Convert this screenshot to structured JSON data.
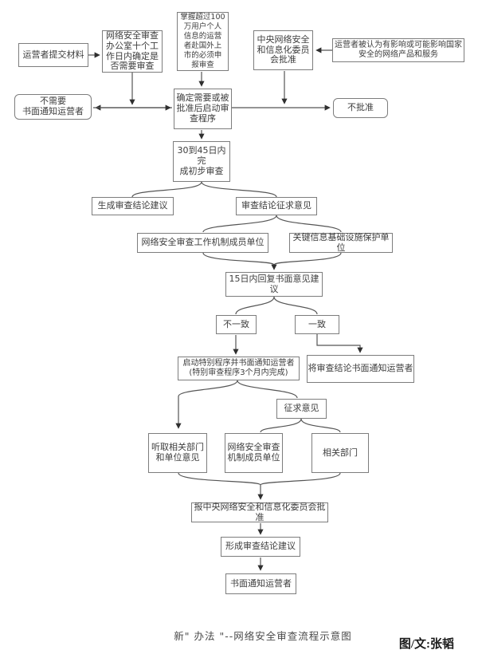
{
  "diagram": {
    "caption": "新\" 办法 \"--网络安全审查流程示意图",
    "credit": "图/文:张韬"
  },
  "colors": {
    "background": "#ffffff",
    "box_border": "#7d7d7d",
    "line": "#555555",
    "arrowhead": "#2f2f2f",
    "text": "#3d3d3d"
  },
  "nodes": {
    "submit": {
      "label": "运营者提交材料"
    },
    "office": {
      "label": "网络安全审查\n办公室十个工\n作日内确定是\n否需要审查"
    },
    "listing": {
      "label": "掌握超过100\n万用户个人\n信息的运营\n者赴国外上\n市的必须申\n报审查"
    },
    "committee": {
      "label": "中央网络安全\n和信息化委员\n会批准"
    },
    "deemed": {
      "label": "运营者被认为有影响或可能影响国家\n安全的网络产品和服务"
    },
    "not_needed": {
      "label": "不需要\n书面通知运营者"
    },
    "confirmed": {
      "label": "确定需要或被\n批准后启动审\n查程序"
    },
    "rejected": {
      "label": "不批准"
    },
    "initial_review": {
      "label": "30到45日内完\n成初步审查"
    },
    "gen_conclusion": {
      "label": "生成审查结论建议"
    },
    "seek_opinion": {
      "label": "审查结论征求意见"
    },
    "work_mechanism": {
      "label": "网络安全审查工作机制成员单位"
    },
    "critical_infra": {
      "label": "关键信息基础设施保护单位"
    },
    "reply_15d": {
      "label": "15日内回复书面意见建议"
    },
    "disagree": {
      "label": "不一致"
    },
    "agree": {
      "label": "一致"
    },
    "special_procedure": {
      "label": "启动特别程序并书面通知运营者\n(特别审查程序3个月内完成)"
    },
    "notify_conclusion": {
      "label": "将审查结论书面通知运营者"
    },
    "seek_opinion2": {
      "label": "征求意见"
    },
    "listen_depts": {
      "label": "听取相关部门\n和单位意见"
    },
    "mechanism_members": {
      "label": "网络安全审查\n机制成员单位"
    },
    "related_depts": {
      "label": "相关部门"
    },
    "report_committee": {
      "label": "报中央网络安全和信息化委员会批准"
    },
    "form_conclusion": {
      "label": "形成审查结论建议"
    },
    "notify_operator": {
      "label": "书面通知运营者"
    }
  }
}
